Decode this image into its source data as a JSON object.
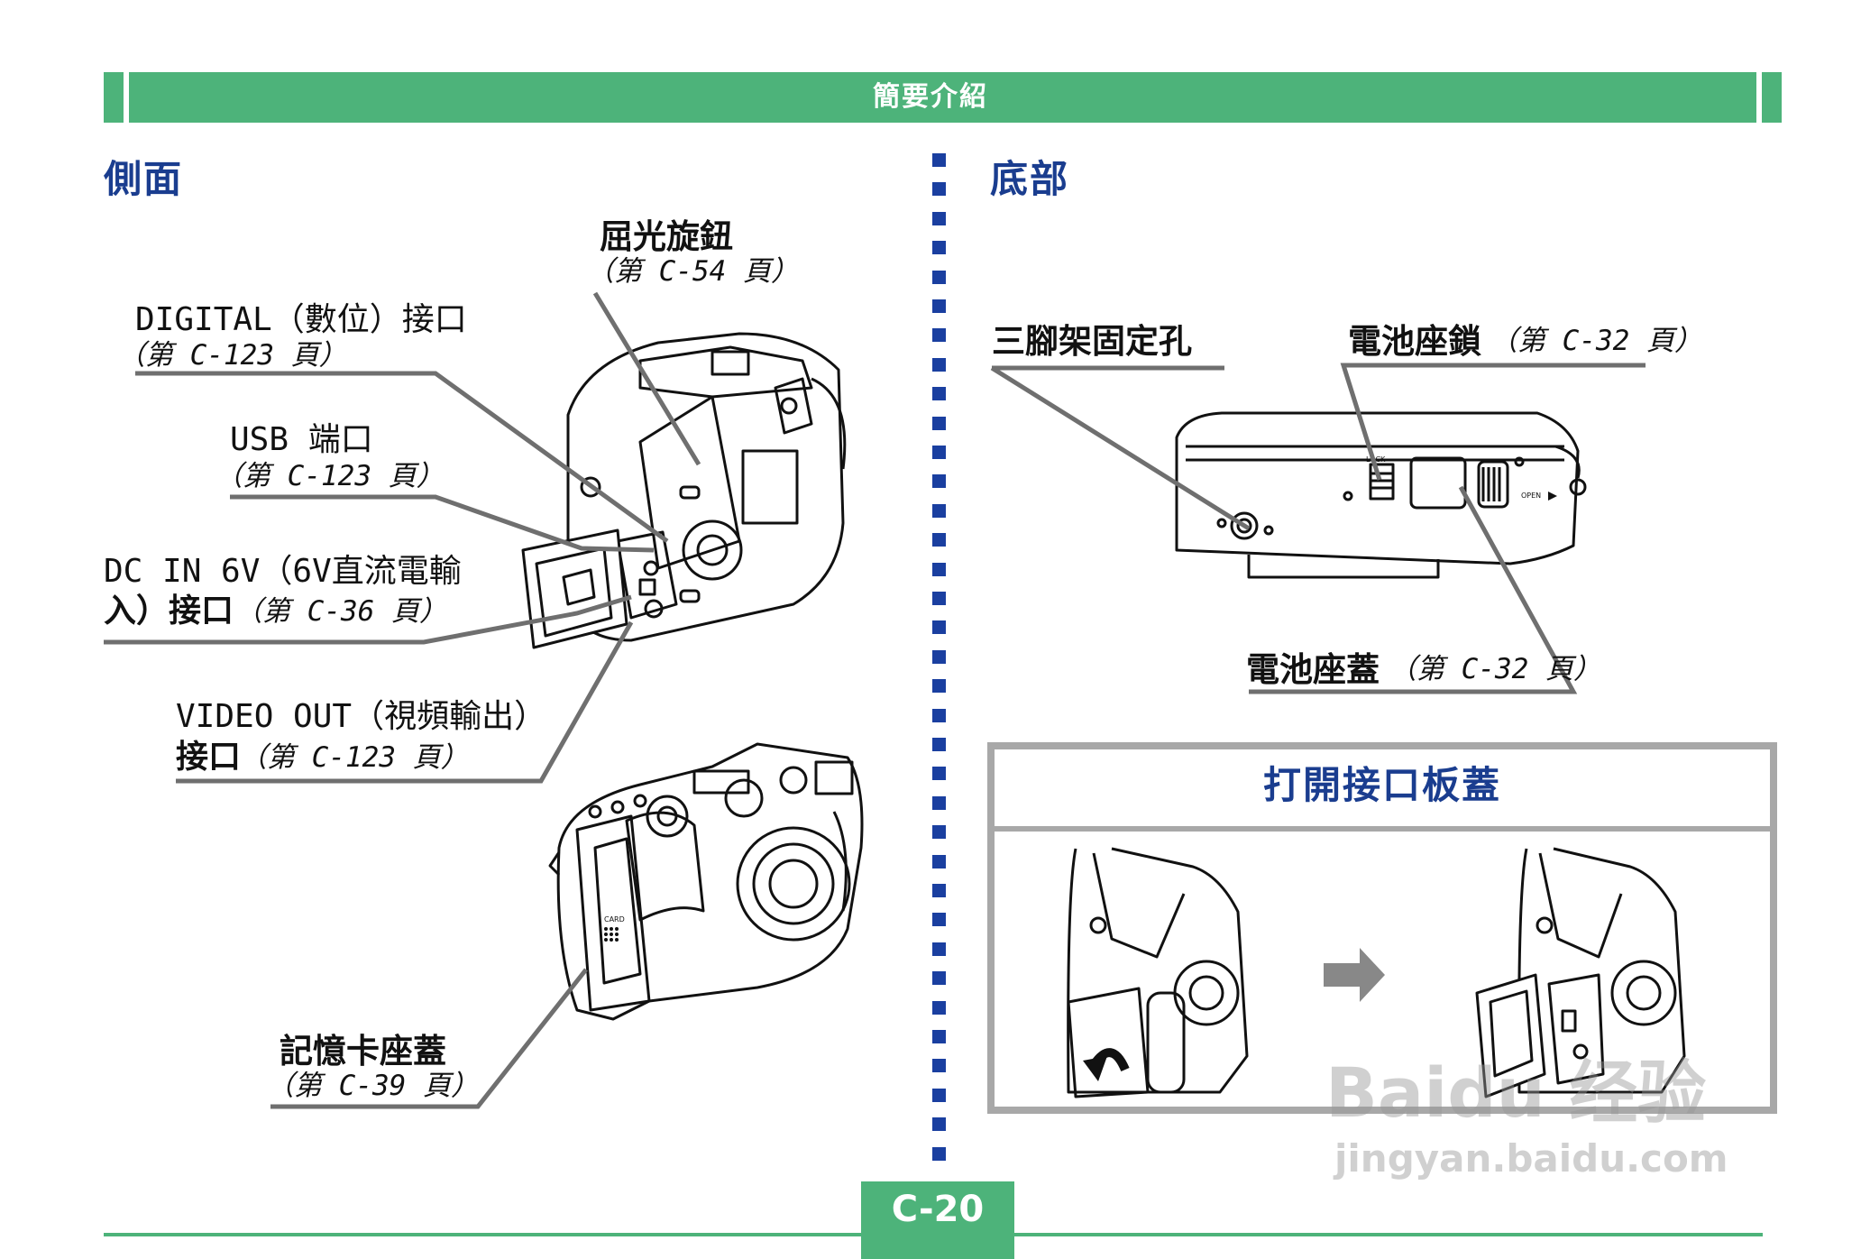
{
  "header": {
    "title": "簡要介紹"
  },
  "left": {
    "title": "側面",
    "callouts": [
      {
        "label": "屈光旋鈕",
        "ref": "（第 C-54 頁）"
      },
      {
        "label": "DIGITAL（數位）接口",
        "ref": "（第 C-123 頁）"
      },
      {
        "label": "USB 端口",
        "ref": "（第 C-123 頁）"
      },
      {
        "label_line1": "DC IN 6V（6V直流電輸",
        "label_line2": "入）接口",
        "ref": "（第 C-36 頁）"
      },
      {
        "label_line1": "VIDEO OUT（視頻輸出）",
        "label_line2": "接口",
        "ref": "（第 C-123 頁）"
      },
      {
        "label": "記憶卡座蓋",
        "ref": "（第 C-39 頁）"
      }
    ]
  },
  "right": {
    "title": "底部",
    "callouts": [
      {
        "label": "三腳架固定孔"
      },
      {
        "label": "電池座鎖",
        "ref": "（第 C-32 頁）"
      },
      {
        "label": "電池座蓋",
        "ref": "（第 C-32 頁）"
      }
    ],
    "camera_marks": {
      "lock": "LOCK",
      "open": "OPEN"
    }
  },
  "instruction_box": {
    "title": "打開接口板蓋"
  },
  "camera_marks": {
    "card": "CARD"
  },
  "footer": {
    "page_number": "C-20"
  },
  "watermark": {
    "brand": "Baidu 经验",
    "url": "jingyan.baidu.com"
  }
}
